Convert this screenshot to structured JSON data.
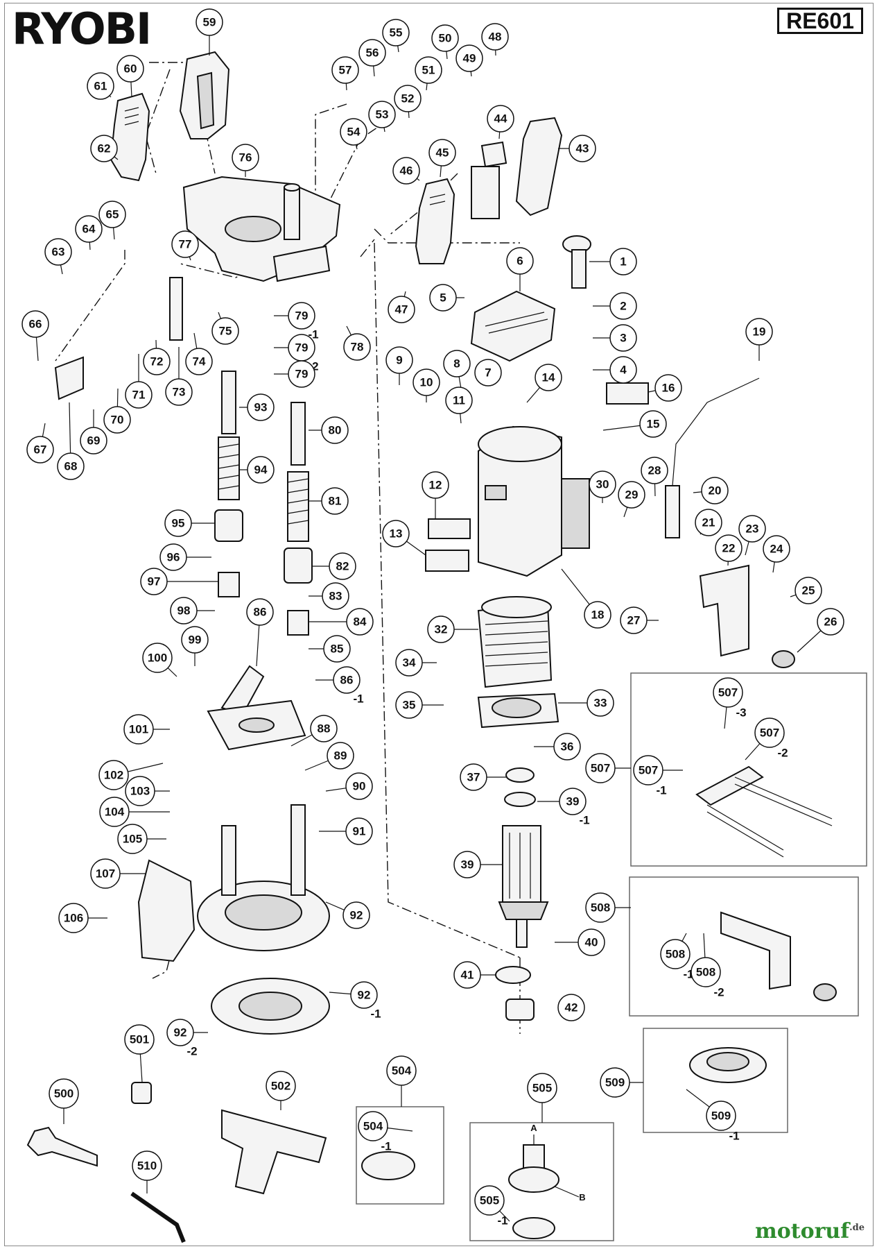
{
  "header": {
    "brand": "RYOBI",
    "model": "RE601"
  },
  "watermark": {
    "name": "motoruf",
    "tld": ".de"
  },
  "callouts": [
    {
      "id": "c59",
      "label": "59"
    },
    {
      "id": "c60",
      "label": "60"
    },
    {
      "id": "c61",
      "label": "61"
    },
    {
      "id": "c62",
      "label": "62"
    },
    {
      "id": "c57",
      "label": "57"
    },
    {
      "id": "c56",
      "label": "56"
    },
    {
      "id": "c55",
      "label": "55"
    },
    {
      "id": "c50",
      "label": "50"
    },
    {
      "id": "c49",
      "label": "49"
    },
    {
      "id": "c48",
      "label": "48"
    },
    {
      "id": "c51",
      "label": "51"
    },
    {
      "id": "c52",
      "label": "52"
    },
    {
      "id": "c53",
      "label": "53"
    },
    {
      "id": "c54",
      "label": "54"
    },
    {
      "id": "c44",
      "label": "44"
    },
    {
      "id": "c43",
      "label": "43"
    },
    {
      "id": "c45",
      "label": "45"
    },
    {
      "id": "c46",
      "label": "46"
    },
    {
      "id": "c76",
      "label": "76"
    },
    {
      "id": "c65",
      "label": "65"
    },
    {
      "id": "c64",
      "label": "64"
    },
    {
      "id": "c63",
      "label": "63"
    },
    {
      "id": "c77",
      "label": "77"
    },
    {
      "id": "c47",
      "label": "47"
    },
    {
      "id": "c1",
      "label": "1"
    },
    {
      "id": "c6",
      "label": "6"
    },
    {
      "id": "c5",
      "label": "5"
    },
    {
      "id": "c2",
      "label": "2"
    },
    {
      "id": "c3",
      "label": "3"
    },
    {
      "id": "c4",
      "label": "4"
    },
    {
      "id": "c66",
      "label": "66"
    },
    {
      "id": "c79a",
      "label": "79",
      "sub": "-1"
    },
    {
      "id": "c79b",
      "label": "79",
      "sub": "-2"
    },
    {
      "id": "c79",
      "label": "79"
    },
    {
      "id": "c75",
      "label": "75"
    },
    {
      "id": "c78",
      "label": "78"
    },
    {
      "id": "c74",
      "label": "74"
    },
    {
      "id": "c72",
      "label": "72"
    },
    {
      "id": "c73",
      "label": "73"
    },
    {
      "id": "c71",
      "label": "71"
    },
    {
      "id": "c70",
      "label": "70"
    },
    {
      "id": "c69",
      "label": "69"
    },
    {
      "id": "c67",
      "label": "67"
    },
    {
      "id": "c68",
      "label": "68"
    },
    {
      "id": "c9",
      "label": "9"
    },
    {
      "id": "c10",
      "label": "10"
    },
    {
      "id": "c8",
      "label": "8"
    },
    {
      "id": "c7",
      "label": "7"
    },
    {
      "id": "c14",
      "label": "14"
    },
    {
      "id": "c19",
      "label": "19"
    },
    {
      "id": "c16",
      "label": "16"
    },
    {
      "id": "c11",
      "label": "11"
    },
    {
      "id": "c15",
      "label": "15"
    },
    {
      "id": "c93",
      "label": "93"
    },
    {
      "id": "c80",
      "label": "80"
    },
    {
      "id": "c94",
      "label": "94"
    },
    {
      "id": "c81",
      "label": "81"
    },
    {
      "id": "c28",
      "label": "28"
    },
    {
      "id": "c30",
      "label": "30"
    },
    {
      "id": "c20",
      "label": "20"
    },
    {
      "id": "c12",
      "label": "12"
    },
    {
      "id": "c29",
      "label": "29"
    },
    {
      "id": "c95",
      "label": "95"
    },
    {
      "id": "c13",
      "label": "13"
    },
    {
      "id": "c21",
      "label": "21"
    },
    {
      "id": "c23",
      "label": "23"
    },
    {
      "id": "c96",
      "label": "96"
    },
    {
      "id": "c82",
      "label": "82"
    },
    {
      "id": "c22",
      "label": "22"
    },
    {
      "id": "c24",
      "label": "24"
    },
    {
      "id": "c97",
      "label": "97"
    },
    {
      "id": "c83",
      "label": "83"
    },
    {
      "id": "c25",
      "label": "25"
    },
    {
      "id": "c98",
      "label": "98"
    },
    {
      "id": "c86",
      "label": "86"
    },
    {
      "id": "c84",
      "label": "84"
    },
    {
      "id": "c18",
      "label": "18"
    },
    {
      "id": "c27",
      "label": "27"
    },
    {
      "id": "c26",
      "label": "26"
    },
    {
      "id": "c32",
      "label": "32"
    },
    {
      "id": "c99",
      "label": "99"
    },
    {
      "id": "c85",
      "label": "85"
    },
    {
      "id": "c100",
      "label": "100"
    },
    {
      "id": "c34",
      "label": "34"
    },
    {
      "id": "c86b",
      "label": "86",
      "sub": "-1"
    },
    {
      "id": "c35",
      "label": "35"
    },
    {
      "id": "c33",
      "label": "33"
    },
    {
      "id": "c507c3",
      "label": "507",
      "sub": "-3"
    },
    {
      "id": "c101",
      "label": "101"
    },
    {
      "id": "c88",
      "label": "88"
    },
    {
      "id": "c507c2",
      "label": "507",
      "sub": "-2"
    },
    {
      "id": "c36",
      "label": "36"
    },
    {
      "id": "c89",
      "label": "89"
    },
    {
      "id": "c102",
      "label": "102"
    },
    {
      "id": "c507",
      "label": "507"
    },
    {
      "id": "c507c1",
      "label": "507",
      "sub": "-1"
    },
    {
      "id": "c37",
      "label": "37"
    },
    {
      "id": "c103",
      "label": "103"
    },
    {
      "id": "c90",
      "label": "90"
    },
    {
      "id": "c39b",
      "label": "39",
      "sub": "-1"
    },
    {
      "id": "c104",
      "label": "104"
    },
    {
      "id": "c91",
      "label": "91"
    },
    {
      "id": "c105",
      "label": "105"
    },
    {
      "id": "c39",
      "label": "39"
    },
    {
      "id": "c107",
      "label": "107"
    },
    {
      "id": "c508",
      "label": "508"
    },
    {
      "id": "c92",
      "label": "92"
    },
    {
      "id": "c106",
      "label": "106"
    },
    {
      "id": "c40",
      "label": "40"
    },
    {
      "id": "c508c1",
      "label": "508",
      "sub": "-1"
    },
    {
      "id": "c508c2",
      "label": "508",
      "sub": "-2"
    },
    {
      "id": "c41",
      "label": "41"
    },
    {
      "id": "c92b",
      "label": "92",
      "sub": "-1"
    },
    {
      "id": "c42",
      "label": "42"
    },
    {
      "id": "c92c",
      "label": "92",
      "sub": "-2"
    },
    {
      "id": "c501",
      "label": "501"
    },
    {
      "id": "c504",
      "label": "504"
    },
    {
      "id": "c505",
      "label": "505"
    },
    {
      "id": "c509",
      "label": "509"
    },
    {
      "id": "c500",
      "label": "500"
    },
    {
      "id": "c502",
      "label": "502"
    },
    {
      "id": "c504c1",
      "label": "504",
      "sub": "-1"
    },
    {
      "id": "c509c1",
      "label": "509",
      "sub": "-1"
    },
    {
      "id": "c510",
      "label": "510"
    },
    {
      "id": "c505c1",
      "label": "505",
      "sub": "-1"
    }
  ],
  "axis_labels": {
    "a": "A",
    "b": "B"
  }
}
